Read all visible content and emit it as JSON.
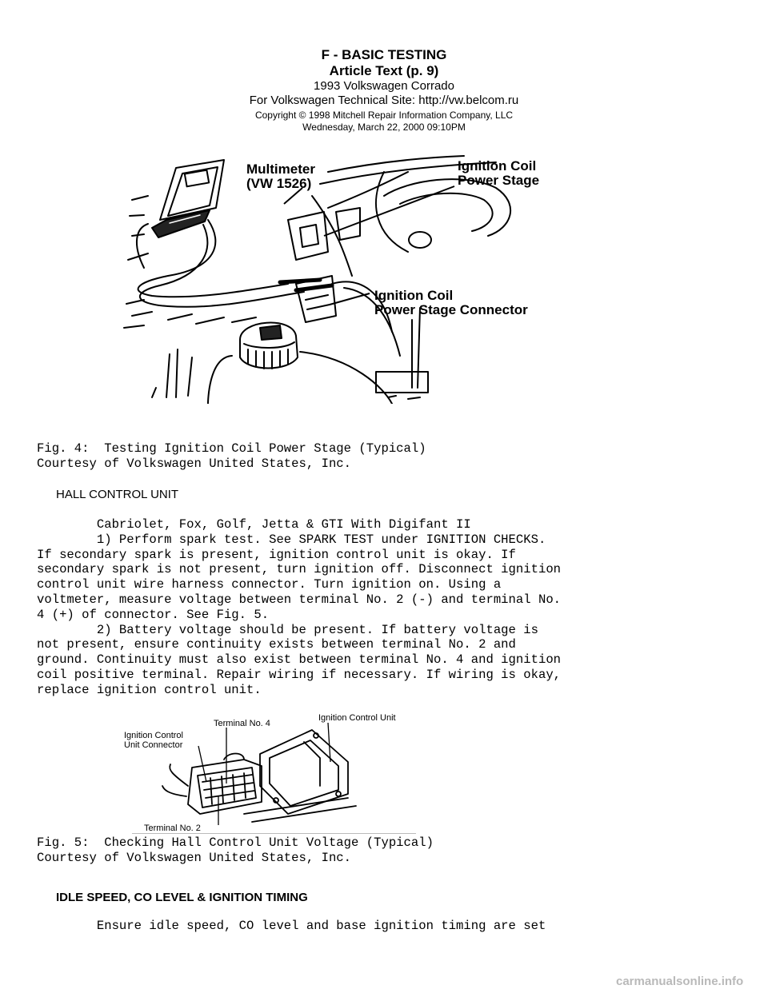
{
  "header": {
    "title": "F - BASIC TESTING",
    "subtitle": "Article Text (p. 9)",
    "vehicle": "1993 Volkswagen Corrado",
    "site": "For Volkswagen Technical Site:  http://vw.belcom.ru",
    "copyright": "Copyright © 1998 Mitchell Repair Information Company, LLC",
    "date": "Wednesday, March 22, 2000  09:10PM"
  },
  "fig4": {
    "labels": {
      "multimeter_1": "Multimeter",
      "multimeter_2": "(VW 1526)",
      "coil_1": "Ignition Coil",
      "coil_2": "Power Stage",
      "conn_1": "Ignition Coil",
      "conn_2": "Power Stage Connector"
    },
    "caption": "Fig. 4:  Testing Ignition Coil Power Stage (Typical)\nCourtesy of Volkswagen United States, Inc."
  },
  "hall": {
    "heading": "HALL CONTROL UNIT",
    "body": "        Cabriolet, Fox, Golf, Jetta & GTI With Digifant II\n        1) Perform spark test. See SPARK TEST under IGNITION CHECKS.\nIf secondary spark is present, ignition control unit is okay. If\nsecondary spark is not present, turn ignition off. Disconnect ignition\ncontrol unit wire harness connector. Turn ignition on. Using a\nvoltmeter, measure voltage between terminal No. 2 (-) and terminal No.\n4 (+) of connector. See Fig. 5.\n        2) Battery voltage should be present. If battery voltage is\nnot present, ensure continuity exists between terminal No. 2 and\nground. Continuity must also exist between terminal No. 4 and ignition\ncoil positive terminal. Repair wiring if necessary. If wiring is okay,\nreplace ignition control unit."
  },
  "fig5": {
    "labels": {
      "icu_conn_1": "Ignition Control",
      "icu_conn_2": "Unit Connector",
      "term4": "Terminal No. 4",
      "icu": "Ignition Control Unit",
      "term2": "Terminal No. 2"
    },
    "caption": "Fig. 5:  Checking Hall Control Unit Voltage (Typical)\nCourtesy of Volkswagen United States, Inc."
  },
  "idle": {
    "heading": "IDLE SPEED, CO LEVEL & IGNITION TIMING",
    "body": "        Ensure idle speed, CO level and base ignition timing are set"
  },
  "watermark": "carmanualsonline.info"
}
